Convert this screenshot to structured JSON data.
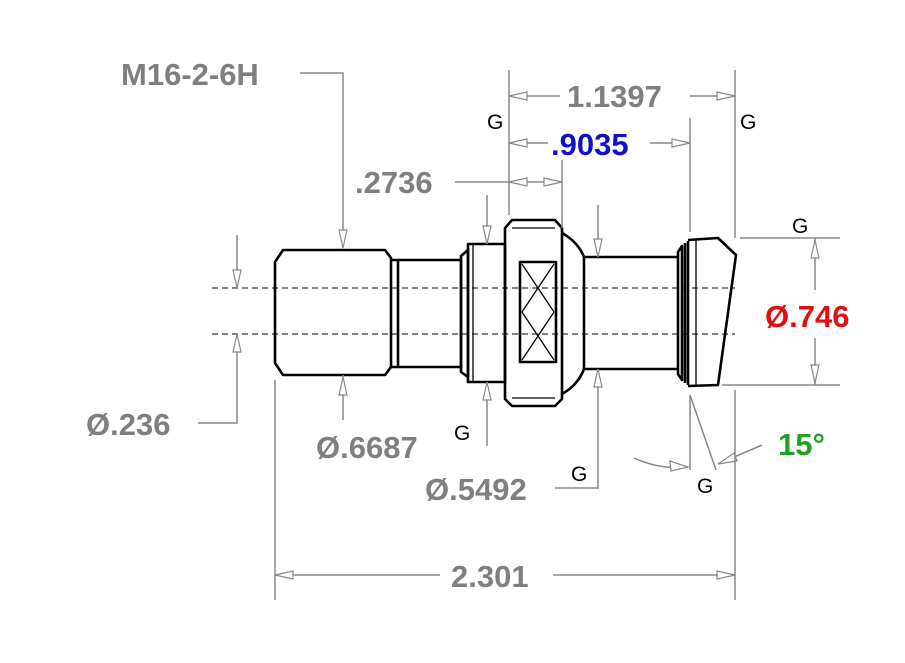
{
  "colors": {
    "outline": "#000000",
    "dimension": "#888888",
    "label_default": "#7f7f7f",
    "label_blue": "#1010c8",
    "label_red": "#e01010",
    "label_green": "#22a022"
  },
  "labels": {
    "thread": "M16-2-6H",
    "overall_flange": "1.1397",
    "flange_to_collar": ".9035",
    "shank_length": ".2736",
    "bore_dia": "Ø.236",
    "collar_dia": "Ø.6687",
    "neck_dia": "Ø.5492",
    "head_dia": "Ø.746",
    "angle": "15°",
    "overall_length": "2.301",
    "gauge_mark": "G"
  }
}
